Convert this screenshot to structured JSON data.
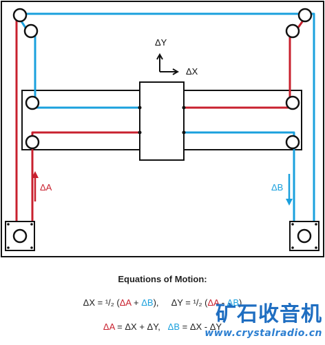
{
  "labels": {
    "delta_y": "ΔY",
    "delta_x": "ΔX",
    "delta_a": "ΔA",
    "delta_b": "ΔB"
  },
  "equations": {
    "title": "Equations of Motion:",
    "line1": [
      {
        "text": "ΔX = ",
        "color": "dark"
      },
      {
        "text": "¹/₂ (",
        "color": "dark"
      },
      {
        "text": "ΔA",
        "color": "red"
      },
      {
        "text": " + ",
        "color": "dark"
      },
      {
        "text": "ΔB",
        "color": "blue"
      },
      {
        "text": "),     ΔY = ",
        "color": "dark"
      },
      {
        "text": "¹/₂ (",
        "color": "dark"
      },
      {
        "text": "ΔA",
        "color": "red"
      },
      {
        "text": " - ",
        "color": "dark"
      },
      {
        "text": "ΔB",
        "color": "blue"
      },
      {
        "text": ")",
        "color": "dark"
      }
    ],
    "line2": [
      {
        "text": "ΔA",
        "color": "red"
      },
      {
        "text": " = ΔX + ΔY,   ",
        "color": "dark"
      },
      {
        "text": "ΔB",
        "color": "blue"
      },
      {
        "text": " = ΔX - ΔY",
        "color": "dark"
      }
    ]
  },
  "watermark": {
    "chinese": "矿石收音机",
    "url": "www.crystalradio.cn"
  },
  "colors": {
    "belt_a": "#c8202e",
    "belt_b": "#1aa0dd",
    "frame": "#111111"
  }
}
